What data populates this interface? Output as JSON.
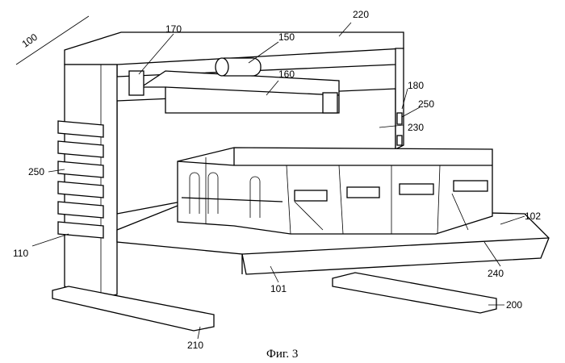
{
  "figure": {
    "caption": "Фиг. 3",
    "labels": {
      "assembly": "100",
      "motor": "150",
      "top_beam": "220",
      "bracket": "170",
      "rail": "160",
      "right_post": "180",
      "sensor_right": "250",
      "back_panel": "230",
      "sensor_left": "250",
      "left_post": "110",
      "platform_edge": "102",
      "platform": "101",
      "crate": "240",
      "right_foot": "200",
      "left_foot": "210"
    }
  }
}
